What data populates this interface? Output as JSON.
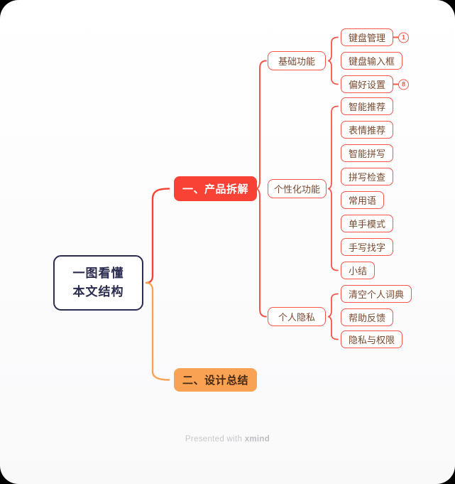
{
  "root": {
    "line1": "一图看懂",
    "line2": "本文结构"
  },
  "branches": {
    "product": {
      "label": "一、产品拆解"
    },
    "design": {
      "label": "二、设计总结"
    }
  },
  "groups": [
    {
      "label": "基础功能",
      "children": [
        {
          "label": "键盘管理",
          "badge": "1"
        },
        {
          "label": "键盘输入框"
        },
        {
          "label": "偏好设置",
          "badge": "8"
        }
      ]
    },
    {
      "label": "个性化功能",
      "children": [
        {
          "label": "智能推荐"
        },
        {
          "label": "表情推荐"
        },
        {
          "label": "智能拼写"
        },
        {
          "label": "拼写检查"
        },
        {
          "label": "常用语"
        },
        {
          "label": "单手模式"
        },
        {
          "label": "手写找字"
        },
        {
          "label": "小结"
        }
      ]
    },
    {
      "label": "个人隐私",
      "children": [
        {
          "label": "清空个人词典"
        },
        {
          "label": "帮助反馈"
        },
        {
          "label": "隐私与权限"
        }
      ]
    }
  ],
  "footer": {
    "prefix": "Presented with",
    "brand": "xmind"
  },
  "colors": {
    "branch_red": "#F94236",
    "outline_salmon": "#F5554A",
    "branch_orange": "#F9A254",
    "root_navy": "#2B2C50",
    "topic_brown": "#7A4A2F"
  }
}
